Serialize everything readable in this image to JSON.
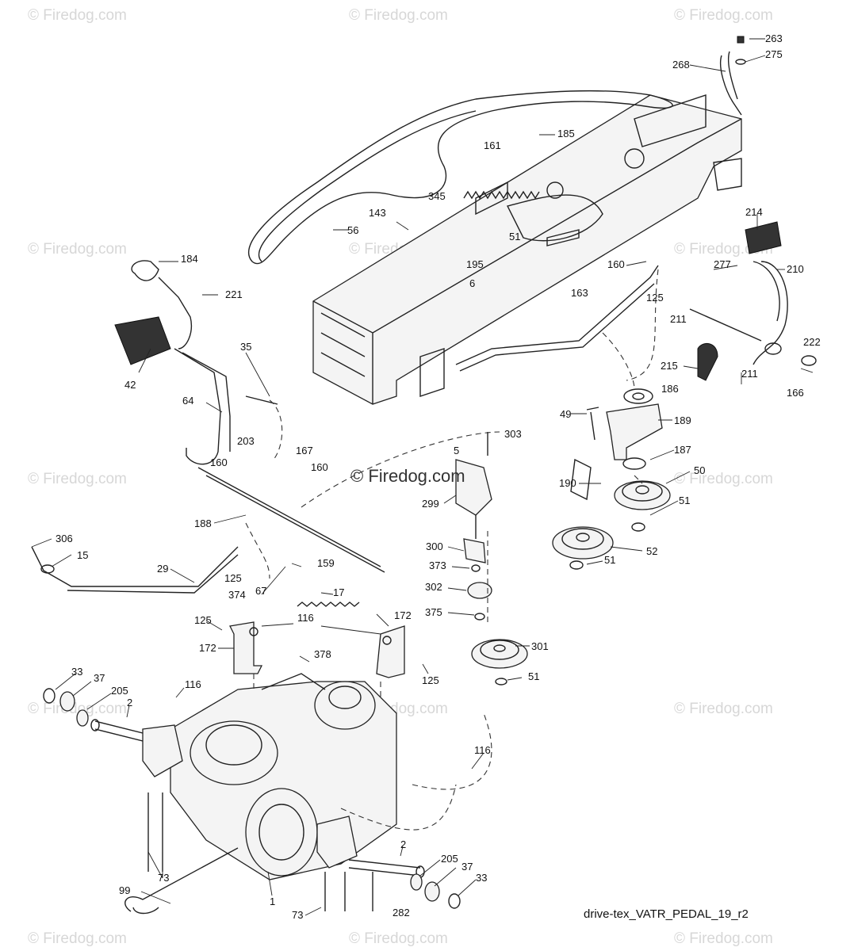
{
  "watermarks": {
    "site_mark": "© Firedog.com",
    "center_mark": "© Firedog.com"
  },
  "reference": "drive-tex_VATR_PEDAL_19_r2",
  "callouts": [
    {
      "id": "c263",
      "text": "263"
    },
    {
      "id": "c275",
      "text": "275"
    },
    {
      "id": "c268",
      "text": "268"
    },
    {
      "id": "c185",
      "text": "185"
    },
    {
      "id": "c161",
      "text": "161"
    },
    {
      "id": "c345",
      "text": "345"
    },
    {
      "id": "c143",
      "text": "143"
    },
    {
      "id": "c56",
      "text": "56"
    },
    {
      "id": "c51a",
      "text": "51"
    },
    {
      "id": "c195",
      "text": "195"
    },
    {
      "id": "c6",
      "text": "6"
    },
    {
      "id": "c184",
      "text": "184"
    },
    {
      "id": "c221",
      "text": "221"
    },
    {
      "id": "c214",
      "text": "214"
    },
    {
      "id": "c160a",
      "text": "160"
    },
    {
      "id": "c277",
      "text": "277"
    },
    {
      "id": "c210",
      "text": "210"
    },
    {
      "id": "c163",
      "text": "163"
    },
    {
      "id": "c125a",
      "text": "125"
    },
    {
      "id": "c211a",
      "text": "211"
    },
    {
      "id": "c35",
      "text": "35"
    },
    {
      "id": "c42",
      "text": "42"
    },
    {
      "id": "c215",
      "text": "215"
    },
    {
      "id": "c211b",
      "text": "211"
    },
    {
      "id": "c222",
      "text": "222"
    },
    {
      "id": "c166",
      "text": "166"
    },
    {
      "id": "c186",
      "text": "186"
    },
    {
      "id": "c64",
      "text": "64"
    },
    {
      "id": "c49",
      "text": "49"
    },
    {
      "id": "c189",
      "text": "189"
    },
    {
      "id": "c303",
      "text": "303"
    },
    {
      "id": "c203",
      "text": "203"
    },
    {
      "id": "c5",
      "text": "5"
    },
    {
      "id": "c167",
      "text": "167"
    },
    {
      "id": "c160b",
      "text": "160"
    },
    {
      "id": "c160c",
      "text": "160"
    },
    {
      "id": "c187",
      "text": "187"
    },
    {
      "id": "c50",
      "text": "50"
    },
    {
      "id": "c190",
      "text": "190"
    },
    {
      "id": "c299",
      "text": "299"
    },
    {
      "id": "c51b",
      "text": "51"
    },
    {
      "id": "c188",
      "text": "188"
    },
    {
      "id": "c306",
      "text": "306"
    },
    {
      "id": "c15",
      "text": "15"
    },
    {
      "id": "c300",
      "text": "300"
    },
    {
      "id": "c52",
      "text": "52"
    },
    {
      "id": "c51c",
      "text": "51"
    },
    {
      "id": "c29",
      "text": "29"
    },
    {
      "id": "c125b",
      "text": "125"
    },
    {
      "id": "c159",
      "text": "159"
    },
    {
      "id": "c373",
      "text": "373"
    },
    {
      "id": "c374",
      "text": "374"
    },
    {
      "id": "c67",
      "text": "67"
    },
    {
      "id": "c17",
      "text": "17"
    },
    {
      "id": "c302",
      "text": "302"
    },
    {
      "id": "c125c",
      "text": "125"
    },
    {
      "id": "c375",
      "text": "375"
    },
    {
      "id": "c116a",
      "text": "116"
    },
    {
      "id": "c172a",
      "text": "172"
    },
    {
      "id": "c172b",
      "text": "172"
    },
    {
      "id": "c301",
      "text": "301"
    },
    {
      "id": "c378",
      "text": "378"
    },
    {
      "id": "c125d",
      "text": "125"
    },
    {
      "id": "c33a",
      "text": "33"
    },
    {
      "id": "c51d",
      "text": "51"
    },
    {
      "id": "c37a",
      "text": "37"
    },
    {
      "id": "c116b",
      "text": "116"
    },
    {
      "id": "c205a",
      "text": "205"
    },
    {
      "id": "c2a",
      "text": "2"
    },
    {
      "id": "c116c",
      "text": "116"
    },
    {
      "id": "c2b",
      "text": "2"
    },
    {
      "id": "c73a",
      "text": "73"
    },
    {
      "id": "c205b",
      "text": "205"
    },
    {
      "id": "c37b",
      "text": "37"
    },
    {
      "id": "c99",
      "text": "99"
    },
    {
      "id": "c33b",
      "text": "33"
    },
    {
      "id": "c1",
      "text": "1"
    },
    {
      "id": "c73b",
      "text": "73"
    },
    {
      "id": "c282",
      "text": "282"
    }
  ]
}
